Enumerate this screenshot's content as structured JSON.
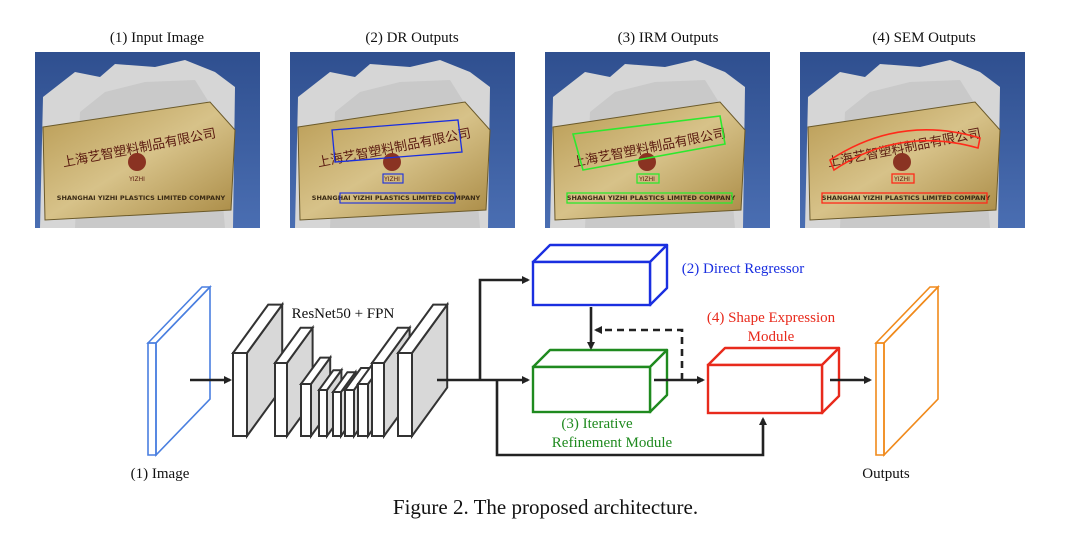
{
  "panels": [
    {
      "title": "(1) Input Image"
    },
    {
      "title": "(2) DR Outputs"
    },
    {
      "title": "(3) IRM Outputs"
    },
    {
      "title": "(4) SEM Outputs"
    }
  ],
  "sign": {
    "chinese_text": "上海艺智塑料制品有限公司",
    "logo_text": "YIZHI",
    "english_text": "SHANGHAI YIZHI PLASTICS LIMITED COMPANY"
  },
  "diagram": {
    "image_label": "(1) Image",
    "backbone_label": "ResNet50 + FPN",
    "dr_label": "(2) Direct Regressor",
    "irm_label_line1": "(3) Iterative",
    "irm_label_line2": "Refinement Module",
    "sem_label_line1": "(4) Shape Expression",
    "sem_label_line2": "Module",
    "outputs_label": "Outputs",
    "colors": {
      "input": "#4a7fe0",
      "dr": "#1a2fe0",
      "irm": "#1f8a1f",
      "sem": "#e82a1c",
      "output": "#f08a1c",
      "backbone_fill": "#d8d8d8"
    }
  },
  "caption": "Figure 2. The proposed architecture."
}
